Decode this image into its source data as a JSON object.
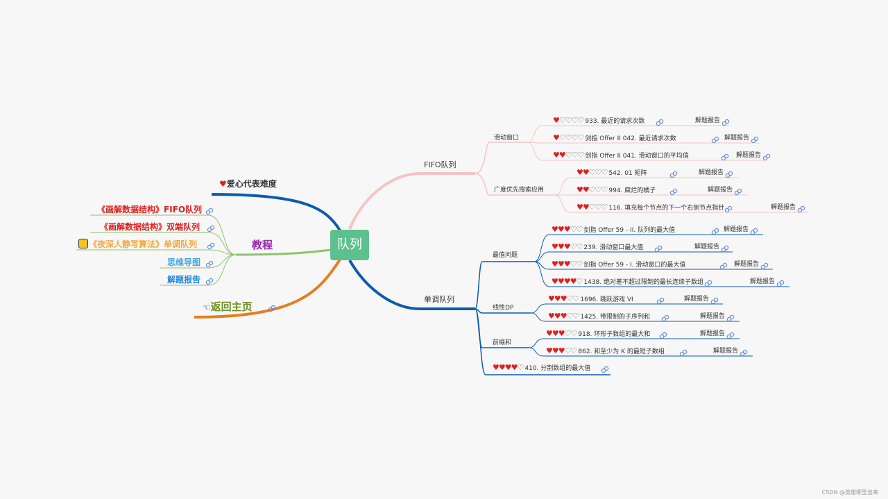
{
  "root": "队列",
  "left": {
    "legend": "爱心代表难度",
    "tutorial": {
      "label": "教程",
      "items": [
        "《画解数据结构》FIFO队列",
        "《画解数据结构》双端队列",
        "《夜深人静写算法》单调队列",
        "思维导图",
        "解题报告"
      ]
    },
    "home": "返回主页"
  },
  "right": {
    "fifo": {
      "label": "FIFO队列",
      "groups": [
        {
          "name": "滑动窗口",
          "items": [
            {
              "hearts": 1,
              "title": "933. 最近的请求次数",
              "report": "解题报告"
            },
            {
              "hearts": 1,
              "title": "剑指 Offer II 042. 最近请求次数",
              "report": "解题报告"
            },
            {
              "hearts": 2,
              "title": "剑指 Offer II 041. 滑动窗口的平均值",
              "report": "解题报告"
            }
          ]
        },
        {
          "name": "广度优先搜索应用",
          "items": [
            {
              "hearts": 2,
              "title": "542. 01 矩阵",
              "report": "解题报告"
            },
            {
              "hearts": 2,
              "title": "994. 腐烂的橘子",
              "report": "解题报告"
            },
            {
              "hearts": 2,
              "title": "116. 填充每个节点的下一个右侧节点指针",
              "report": "解题报告"
            }
          ]
        }
      ]
    },
    "mono": {
      "label": "单调队列",
      "groups": [
        {
          "name": "最值问题",
          "items": [
            {
              "hearts": 3,
              "title": "剑指 Offer 59 - II. 队列的最大值",
              "report": "解题报告"
            },
            {
              "hearts": 3,
              "title": "239. 滑动窗口最大值",
              "report": "解题报告"
            },
            {
              "hearts": 3,
              "title": "剑指 Offer 59 - I. 滑动窗口的最大值",
              "report": "解题报告"
            },
            {
              "hearts": 4,
              "title": "1438. 绝对差不超过限制的最长连续子数组",
              "report": "解题报告"
            }
          ]
        },
        {
          "name": "线性DP",
          "items": [
            {
              "hearts": 3,
              "title": "1696. 跳跃游戏 VI",
              "report": "解题报告"
            },
            {
              "hearts": 3,
              "title": "1425. 带限制的子序列和",
              "report": "解题报告"
            }
          ]
        },
        {
          "name": "前缀和",
          "items": [
            {
              "hearts": 3,
              "title": "918. 环形子数组的最大和",
              "report": "解题报告"
            },
            {
              "hearts": 3,
              "title": "862. 和至少为 K 的最短子数组",
              "report": "解题报告"
            }
          ]
        },
        {
          "name": "",
          "items": [
            {
              "hearts": 4,
              "title": "410. 分割数组的最大值",
              "report": ""
            }
          ]
        }
      ]
    }
  },
  "footer": "CSDN @英雄哪里出来",
  "colors": {
    "root": "#5cc18f",
    "blue": "#0b5cad",
    "pink": "#f6c3c3",
    "green": "#8cc36a",
    "orange": "#e67e22",
    "red": "#e02020",
    "orange_text": "#f2a93b",
    "light_blue": "#3fa9e0",
    "blue_text": "#1e88e5",
    "purple": "#9b27b0",
    "olive": "#6b8e23"
  }
}
